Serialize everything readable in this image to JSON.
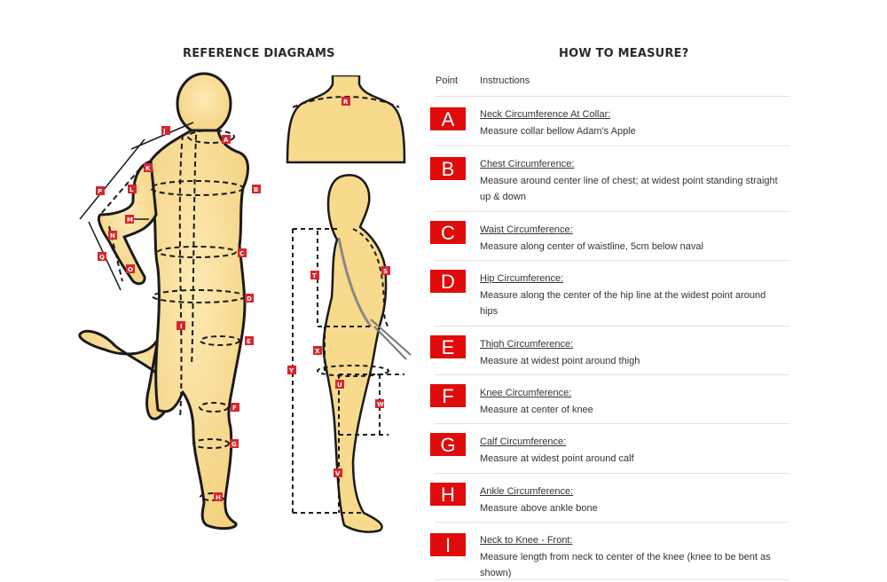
{
  "headings": {
    "reference": "REFERENCE DIAGRAMS",
    "how": "HOW TO MEASURE?"
  },
  "table": {
    "col_point": "Point",
    "col_instructions": "Instructions",
    "rows": [
      {
        "point": "A",
        "title": "Neck Circumference At Collar:",
        "desc": "Measure collar bellow Adam's Apple"
      },
      {
        "point": "B",
        "title": "Chest Circumference:",
        "desc": "Measure around center line of chest; at widest point standing straight up & down"
      },
      {
        "point": "C",
        "title": "Waist Circumference:",
        "desc": "Measure along center of waistline, 5cm below naval"
      },
      {
        "point": "D",
        "title": "Hip Circumference:",
        "desc": "Measure along the center of the hip line at the widest point around hips"
      },
      {
        "point": "E",
        "title": "Thigh Circumference:",
        "desc": "Measure at widest point around thigh"
      },
      {
        "point": "F",
        "title": "Knee Circumference:",
        "desc": "Measure at center of knee"
      },
      {
        "point": "G",
        "title": "Calf Circumference:",
        "desc": "Measure at widest point around calf"
      },
      {
        "point": "H",
        "title": "Ankle Circumference:",
        "desc": "Measure above ankle bone"
      },
      {
        "point": "I",
        "title": "Neck to Knee - Front:",
        "desc": "Measure length from neck to center of the knee (knee to be bent as shown)"
      }
    ]
  },
  "diagram_markers": {
    "front": [
      "J",
      "A",
      "K",
      "B",
      "L",
      "P",
      "M",
      "N",
      "Q",
      "O",
      "C",
      "D",
      "I",
      "E",
      "F",
      "G",
      "H"
    ],
    "back": [
      "R"
    ],
    "side": [
      "T",
      "S",
      "X",
      "Y",
      "U",
      "W",
      "V"
    ]
  },
  "colors": {
    "skin": "#fbe29f",
    "outline": "#1a1a1a",
    "marker": "#d8262c",
    "badge": "#e00b0b"
  }
}
